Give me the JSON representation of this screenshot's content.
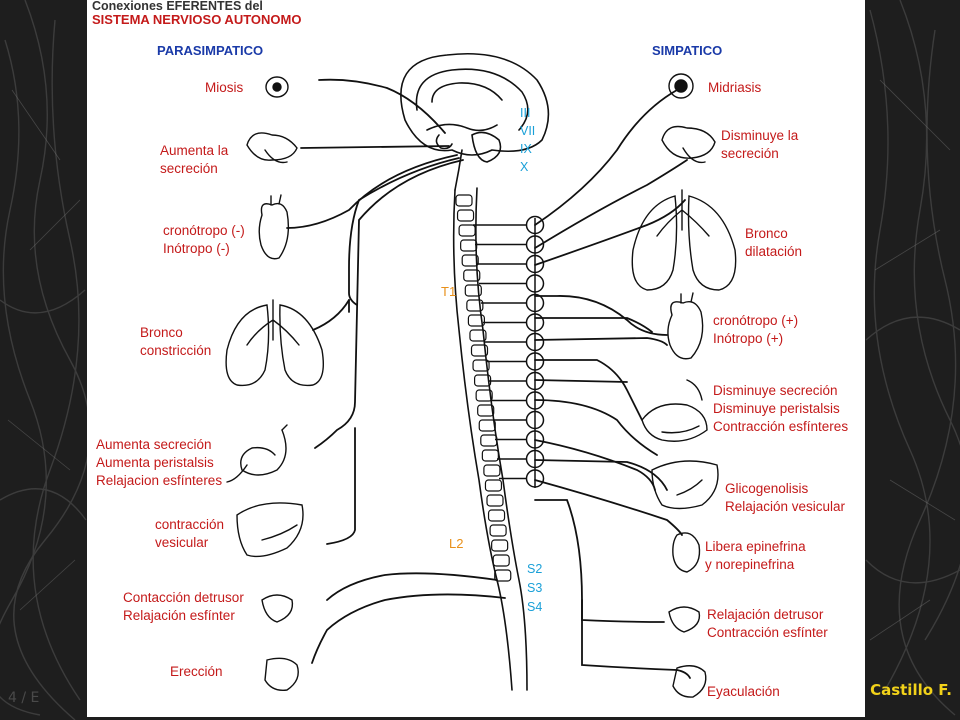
{
  "header": {
    "line1": "Conexiones EFERENTES del",
    "line2": "SISTEMA NERVIOSO AUTONOMO",
    "left_title": "PARASIMPATICO",
    "right_title": "SIMPATICO"
  },
  "colors": {
    "label": "#c41a1a",
    "header_blue": "#1a3aa8",
    "nerves": "#1aa0d8",
    "levels": "#e8901a",
    "credit": "#f2d21a"
  },
  "cranial_nerves": [
    "III",
    "VII",
    "IX",
    "X"
  ],
  "sacral_nerves": [
    "S2",
    "S3",
    "S4"
  ],
  "levels": {
    "t1": "T1",
    "l2": "L2"
  },
  "parasympathetic": [
    {
      "l1": "Miosis",
      "l2": ""
    },
    {
      "l1": "Aumenta la",
      "l2": "secreción"
    },
    {
      "l1": "cronótropo (-)",
      "l2": "Inótropo (-)"
    },
    {
      "l1": "Bronco",
      "l2": "constricción"
    },
    {
      "l1": "Aumenta secreción",
      "l2": "Aumenta peristalsis",
      "l3": "Relajacion esfínteres"
    },
    {
      "l1": "contracción",
      "l2": "vesicular"
    },
    {
      "l1": "Contacción detrusor",
      "l2": "Relajación esfínter"
    },
    {
      "l1": "Erección",
      "l2": ""
    }
  ],
  "sympathetic": [
    {
      "l1": "Midriasis",
      "l2": ""
    },
    {
      "l1": "Disminuye la",
      "l2": "secreción"
    },
    {
      "l1": "Bronco",
      "l2": "dilatación"
    },
    {
      "l1": "cronótropo (+)",
      "l2": "Inótropo (+)"
    },
    {
      "l1": "Disminuye secreción",
      "l2": "Disminuye peristalsis",
      "l3": "Contracción esfínteres"
    },
    {
      "l1": "Glicogenolisis",
      "l2": "Relajación vesicular"
    },
    {
      "l1": "Libera epinefrina",
      "l2": "y norepinefrina"
    },
    {
      "l1": "Relajación detrusor",
      "l2": "Contracción esfínter"
    },
    {
      "l1": "Eyaculación",
      "l2": ""
    }
  ],
  "credit": "Castillo F.",
  "corner_mark": "4 / E"
}
